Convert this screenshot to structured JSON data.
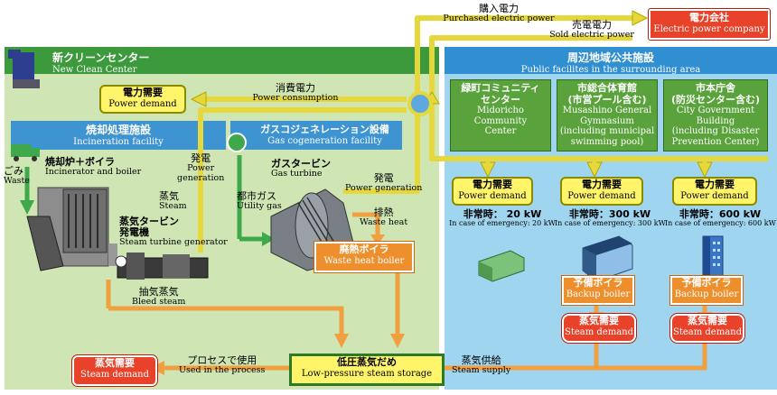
{
  "purchased_power": {
    "ja": "購入電力",
    "en": "Purchased electric power"
  },
  "sold_power": {
    "ja": "売電電力",
    "en": "Sold electric power"
  },
  "power_company": {
    "ja": "電力会社",
    "en": "Electric power company"
  },
  "center": {
    "ja": "新クリーンセンター",
    "en": "New Clean Center"
  },
  "public": {
    "ja": "周辺地域公共施設",
    "en": "Public facilites in the surrounding area"
  },
  "power_demand_main": {
    "ja": "電力需要",
    "en": "Power demand"
  },
  "power_consumption": {
    "ja": "消費電力",
    "en": "Power consumption"
  },
  "incineration": {
    "ja": "焼却処理施設",
    "en": "Incineration facility"
  },
  "gas_cogen": {
    "ja": "ガスコジェネレーション設備",
    "en": "Gas cogeneration facility"
  },
  "waste": {
    "ja": "ごみ",
    "en": "Waste"
  },
  "incinerator": {
    "ja": "焼却炉＋ボイラ",
    "en": "Incinerator and boiler"
  },
  "power_gen_left": {
    "ja1": "発電",
    "ja2": "Power",
    "en": "generation"
  },
  "steam": {
    "ja": "蒸気",
    "en": "Steam"
  },
  "steam_turbine": {
    "ja1": "蒸気タービン",
    "ja2": "発電機",
    "en": "Steam turbine generator"
  },
  "city_gas": {
    "ja": "都市ガス",
    "en": "Utility gas"
  },
  "gas_turbine": {
    "ja": "ガスタービン",
    "en": "Gas turbine"
  },
  "power_gen_right": {
    "ja": "発電",
    "en": "Power generation"
  },
  "waste_heat": {
    "ja": "排熱",
    "en": "Waste heat"
  },
  "waste_heat_boiler": {
    "ja": "廃熱ボイラ",
    "en": "Waste heat boiler"
  },
  "bleed_steam": {
    "ja": "抽気蒸気",
    "en": "Bleed steam"
  },
  "process_use": {
    "ja": "プロセスで使用",
    "en": "Used in the process"
  },
  "low_pressure": {
    "ja": "低圧蒸気だめ",
    "en": "Low-pressure steam storage"
  },
  "steam_supply": {
    "ja": "蒸気供給",
    "en": "Steam supply"
  },
  "steam_demand": {
    "ja": "蒸気需要",
    "en": "Steam demand"
  },
  "facilities": [
    {
      "ja1": "緑町コミュニティ",
      "ja2": "センター",
      "en1": "Midoricho",
      "en2": "Community",
      "en3": "Center",
      "en4": "",
      "demand_ja": "電力需要",
      "demand_en": "Power demand",
      "emerg_ja": "非常時： 20 kW",
      "emerg_en": "In case of emergency: 20 kW"
    },
    {
      "ja1": "市総合体育館",
      "ja2": "(市営プール含む)",
      "en1": "Musashino General",
      "en2": "Gymnasium",
      "en3": "(including municipal",
      "en4": "swimming pool)",
      "demand_ja": "電力需要",
      "demand_en": "Power demand",
      "emerg_ja": "非常時：300 kW",
      "emerg_en": "In case of emergency: 300 kW"
    },
    {
      "ja1": "市本庁舎",
      "ja2": "(防災センター含む)",
      "en1": "City Government",
      "en2": "Building",
      "en3": "(including Disaster",
      "en4": "Prevention Center)",
      "demand_ja": "電力需要",
      "demand_en": "Power demand",
      "emerg_ja": "非常時：600 kW",
      "emerg_en": "In case of emergency: 600 kW"
    }
  ],
  "backup_boiler": {
    "ja": "予備ボイラ",
    "en": "Backup boiler"
  }
}
